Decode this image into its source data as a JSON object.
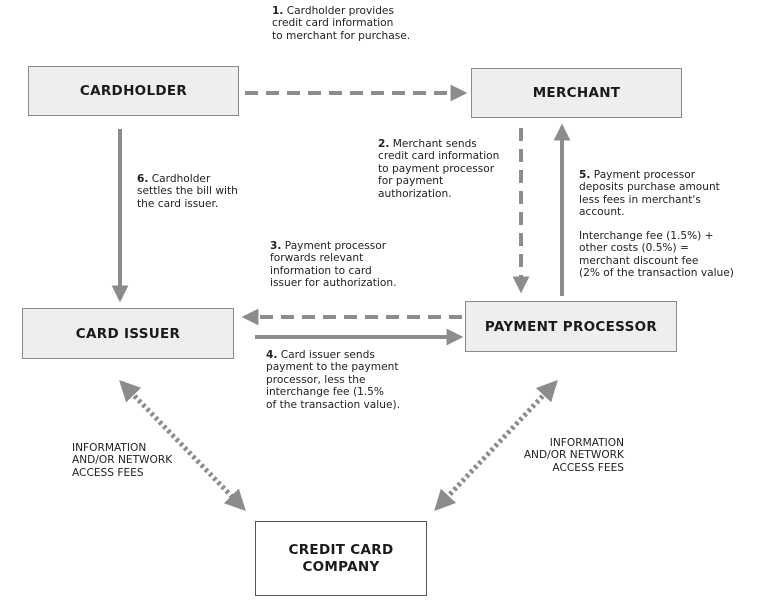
{
  "boxes": {
    "cardholder": "CARDHOLDER",
    "merchant": "MERCHANT",
    "card_issuer": "CARD ISSUER",
    "payment_processor": "PAYMENT PROCESSOR",
    "credit_card_company": [
      "CREDIT CARD",
      "COMPANY"
    ]
  },
  "steps": {
    "s1": {
      "num": "1.",
      "lines": [
        "Cardholder provides",
        "credit card information",
        "to merchant for purchase."
      ]
    },
    "s2": {
      "num": "2.",
      "lines": [
        "Merchant sends",
        "credit card information",
        "to payment processor",
        "for payment",
        "authorization."
      ]
    },
    "s3": {
      "num": "3.",
      "lines": [
        "Payment processor",
        "forwards relevant",
        "information to card",
        "issuer for authorization."
      ]
    },
    "s4": {
      "num": "4.",
      "lines": [
        "Card issuer sends",
        "payment to the payment",
        "processor, less the",
        "interchange fee (1.5%",
        "of the transaction value)."
      ]
    },
    "s5": {
      "num": "5.",
      "lines": [
        "Payment processor",
        "deposits purchase amount",
        "less fees in merchant's",
        "account."
      ]
    },
    "s5b": {
      "lines": [
        "Interchange fee (1.5%) +",
        "other costs (0.5%) =",
        "merchant discount fee",
        "(2% of the transaction value)"
      ]
    },
    "s6": {
      "num": "6.",
      "lines": [
        "Cardholder",
        "settles the bill with",
        "the card issuer."
      ]
    }
  },
  "fees_left": [
    "INFORMATION",
    "AND/OR NETWORK",
    "ACCESS FEES"
  ],
  "fees_right": [
    "INFORMATION",
    "AND/OR NETWORK",
    "ACCESS FEES"
  ],
  "colors": {
    "arrow": "#8c8c8c",
    "box_fill": "#eeeeee",
    "box_border": "#8a8a8a"
  }
}
